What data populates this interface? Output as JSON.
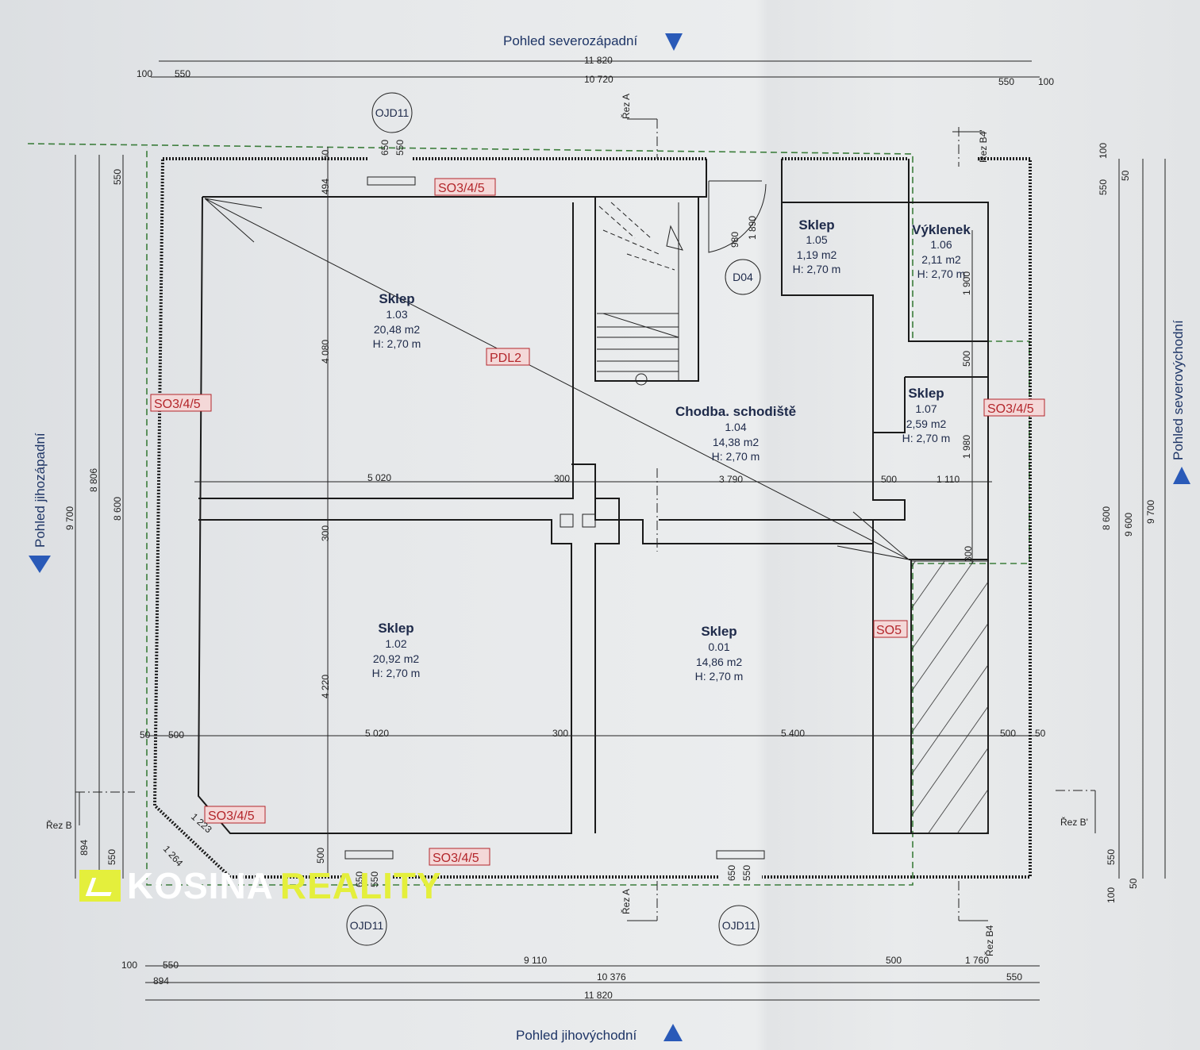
{
  "views": {
    "top": "Pohled severozápadní",
    "bottom": "Pohled jihovýchodní",
    "left": "Pohled jihozápadní",
    "right": "Pohled severovýchodní"
  },
  "rooms": [
    {
      "name": "Sklep",
      "number": "1.03",
      "area": "20,48 m2",
      "height": "H: 2,70 m"
    },
    {
      "name": "Sklep",
      "number": "1.02",
      "area": "20,92 m2",
      "height": "H: 2,70 m"
    },
    {
      "name": "Sklep",
      "number": "0.01",
      "area": "14,86 m2",
      "height": "H: 2,70 m"
    },
    {
      "name": "Chodba. schodiště",
      "number": "1.04",
      "area": "14,38 m2",
      "height": "H: 2,70 m"
    },
    {
      "name": "Sklep",
      "number": "1.05",
      "area": "1,19 m2",
      "height": "H: 2,70 m"
    },
    {
      "name": "Výklenek",
      "number": "1.06",
      "area": "2,11 m2",
      "height": "H: 2,70 m"
    },
    {
      "name": "Sklep",
      "number": "1.07",
      "area": "2,59 m2",
      "height": "H: 2,70 m"
    }
  ],
  "tags": {
    "so345": "SO3/4/5",
    "pdl2": "PDL2",
    "so5": "SO5"
  },
  "symbols": {
    "ojd": "OJD11",
    "door": "D04"
  },
  "sections": {
    "a": "Řez A",
    "b": "Řez B",
    "b_prime": "Řez B'",
    "b4_prime": "Řez B4'",
    "b4": "Řez B4"
  },
  "dims": {
    "top_total": "11 820",
    "top_mid": "10 720",
    "top_100_l": "100",
    "top_550_l": "550",
    "top_550_r": "550",
    "top_100_r": "100",
    "bot_100": "100",
    "bot_550": "550",
    "bot_9110": "9 110",
    "bot_500": "500",
    "bot_1760": "1 760",
    "bot_894": "894",
    "bot_10376": "10 376",
    "bot_550_r": "550",
    "bot_total": "11 820",
    "left_9700": "9 700",
    "left_8806": "8 806",
    "left_8600": "8 600",
    "left_550_t": "550",
    "left_894": "894",
    "left_550_b": "550",
    "right_8600": "8 600",
    "right_9600": "9 600",
    "right_9700": "9 700",
    "right_100_t": "100",
    "right_50_t": "50",
    "right_550_t": "550",
    "right_550_b": "550",
    "right_50_b": "50",
    "right_100_b": "100",
    "mid_5020": "5 020",
    "mid_300": "300",
    "mid_3790": "3 790",
    "mid_500": "500",
    "mid_1110": "1 110",
    "low_50_l": "50",
    "low_500_l": "500",
    "low_5020": "5 020",
    "low_300": "300",
    "low_5400": "5 400",
    "low_500_r": "500",
    "low_50_r": "50",
    "v_494": "494",
    "v_50": "50",
    "v_4080": "4 080",
    "v_300": "300",
    "v_4220": "4 220",
    "v_500": "500",
    "v_650": "650",
    "v_550": "550",
    "v_980": "980",
    "v_1890": "1 890",
    "v_1900": "1 900",
    "v_500b": "500",
    "v_1980": "1 980",
    "v_300b": "300",
    "diag_1223": "1 223",
    "diag_1264": "1 264"
  },
  "logo": {
    "word1": "KOSINA",
    "word2": "REALITY"
  }
}
